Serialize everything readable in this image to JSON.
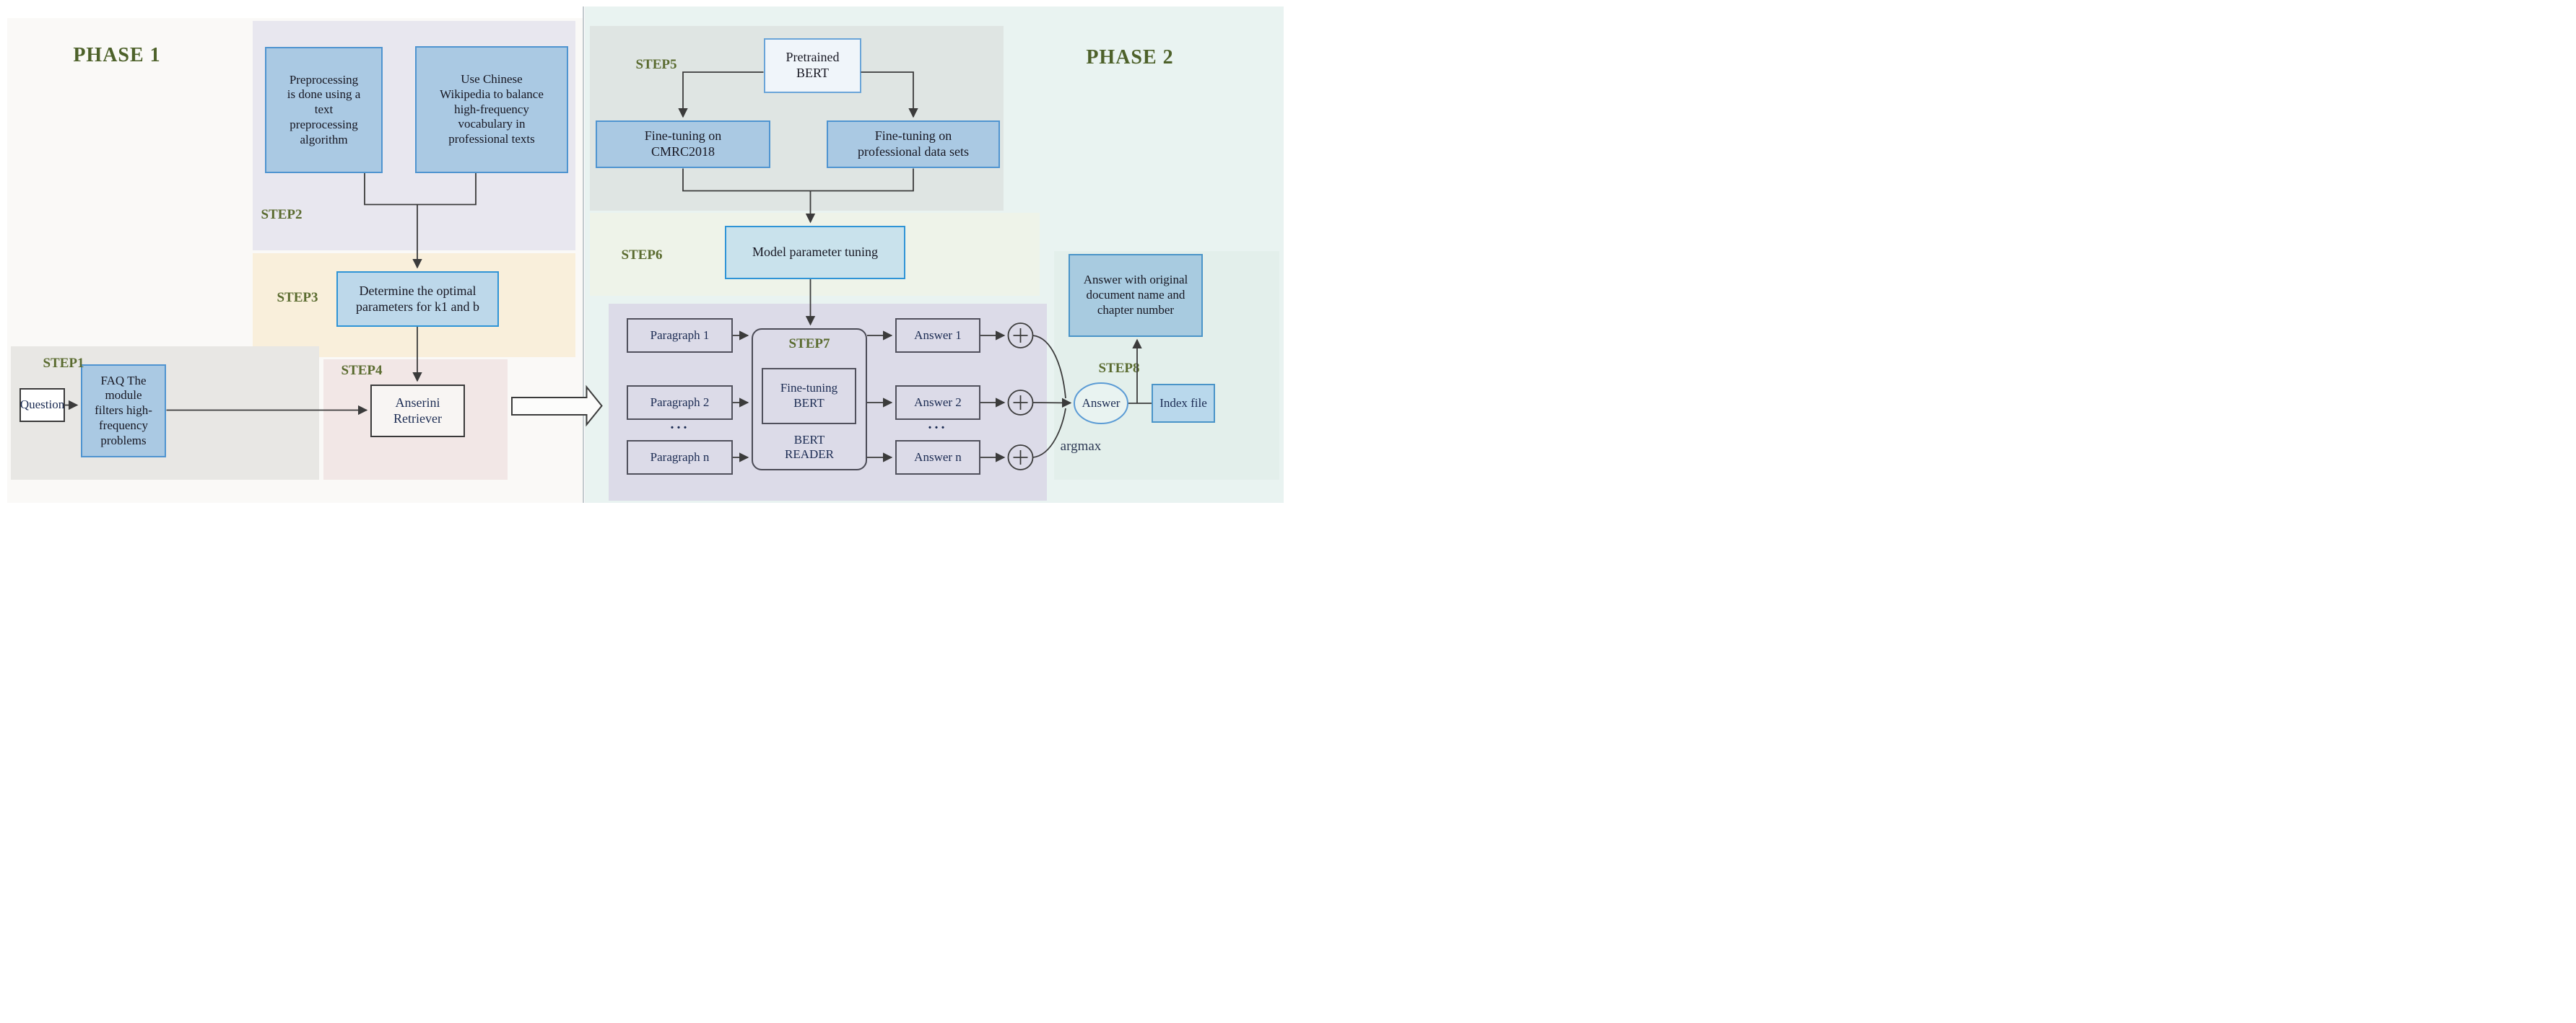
{
  "colors": {
    "phase1_bg": "#faf9f7",
    "phase2_bg": "#e9f3f1",
    "step1_panel": "#e8e7e4",
    "step2_panel": "#e8e7ef",
    "step3_panel": "#f9efdb",
    "step4_panel": "#f2e7e6",
    "step5_panel": "#dfe5e3",
    "step6_panel": "#eef3e9",
    "step7_panel": "#dcdbe8",
    "step8_panel": "#e3efeb",
    "box_blue_fill": "#aac9e3",
    "box_blue_border": "#4f94d0",
    "label_olive": "#5a6b2f",
    "line_dark": "#3b3b3b",
    "ellipse_blue": "#5b9bd5"
  },
  "phase1": {
    "title": "PHASE 1",
    "step1": {
      "label": "STEP1",
      "question": "Question",
      "faq": "FAQ The module\nfilters high-\nfrequency problems"
    },
    "step2": {
      "label": "STEP2",
      "box_a": "Preprocessing\nis done using a\ntext\npreprocessing\nalgorithm",
      "box_b": "Use Chinese\nWikipedia to balance\nhigh-frequency\nvocabulary in\nprofessional texts"
    },
    "step3": {
      "label": "STEP3",
      "box": "Determine the optimal\nparameters for k1 and b"
    },
    "step4": {
      "label": "STEP4",
      "box": "Anserini\nRetriever"
    }
  },
  "phase2": {
    "title": "PHASE 2",
    "step5": {
      "label": "STEP5",
      "pretrained": "Pretrained\nBERT",
      "cmrc": "Fine-tuning on\nCMRC2018",
      "professional": "Fine-tuning on\nprofessional data sets"
    },
    "step6": {
      "label": "STEP6",
      "box": "Model parameter tuning"
    },
    "step7": {
      "label": "STEP7",
      "fine_tuning": "Fine-tuning\nBERT",
      "reader": "BERT\nREADER",
      "paragraphs": [
        "Paragraph 1",
        "Paragraph 2",
        "Paragraph n"
      ],
      "answers": [
        "Answer 1",
        "Answer 2",
        "Answer n"
      ],
      "dots": "..."
    },
    "step8": {
      "label": "STEP8",
      "result_box": "Answer with original\ndocument name and\nchapter number",
      "answer": "Answer",
      "argmax": "argmax",
      "index": "Index file"
    }
  }
}
